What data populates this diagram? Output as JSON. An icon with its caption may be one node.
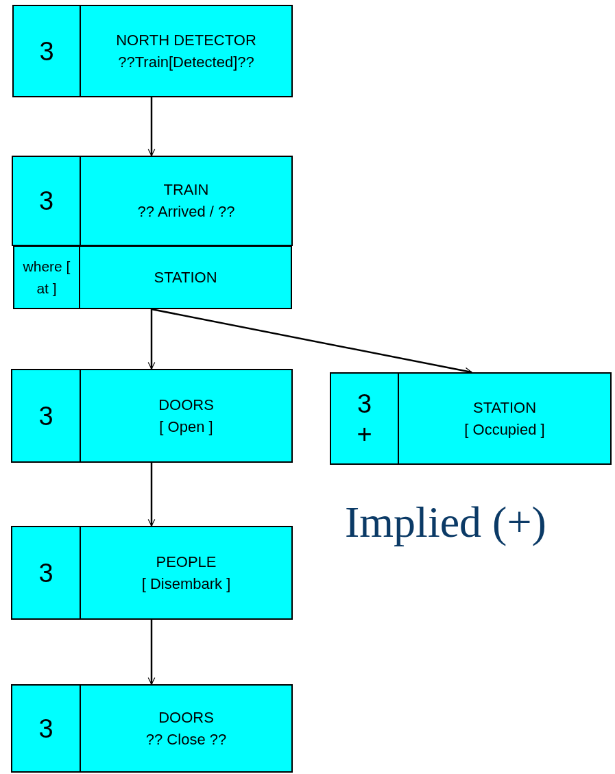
{
  "diagram": {
    "nodes": [
      {
        "text": [
          "3",
          "NORTH DETECTOR",
          "??Train[Detected]??"
        ]
      },
      {
        "text": [
          "3",
          "TRAIN",
          "?? Arrived / ??"
        ]
      },
      {
        "text": [
          "where [ at ]",
          "STATION"
        ]
      },
      {
        "text": [
          "3",
          "DOORS",
          "[ Open ]"
        ]
      },
      {
        "text": [
          "3",
          "+",
          "STATION",
          "[ Occupied ]"
        ]
      },
      {
        "text": [
          "3",
          "PEOPLE",
          "[ Disembark ]"
        ]
      },
      {
        "text": [
          "3",
          "DOORS",
          "?? Close ??"
        ]
      }
    ],
    "edges": [
      {
        "from": 0,
        "to": 1,
        "arrow": "to"
      },
      {
        "from": 2,
        "to": 3,
        "arrow": "to"
      },
      {
        "from": 2,
        "to": 4,
        "arrow": "to"
      },
      {
        "from": 3,
        "to": 5,
        "arrow": "to"
      },
      {
        "from": 5,
        "to": 6,
        "arrow": "to"
      }
    ],
    "labels": [
      "Implied (+)"
    ]
  }
}
